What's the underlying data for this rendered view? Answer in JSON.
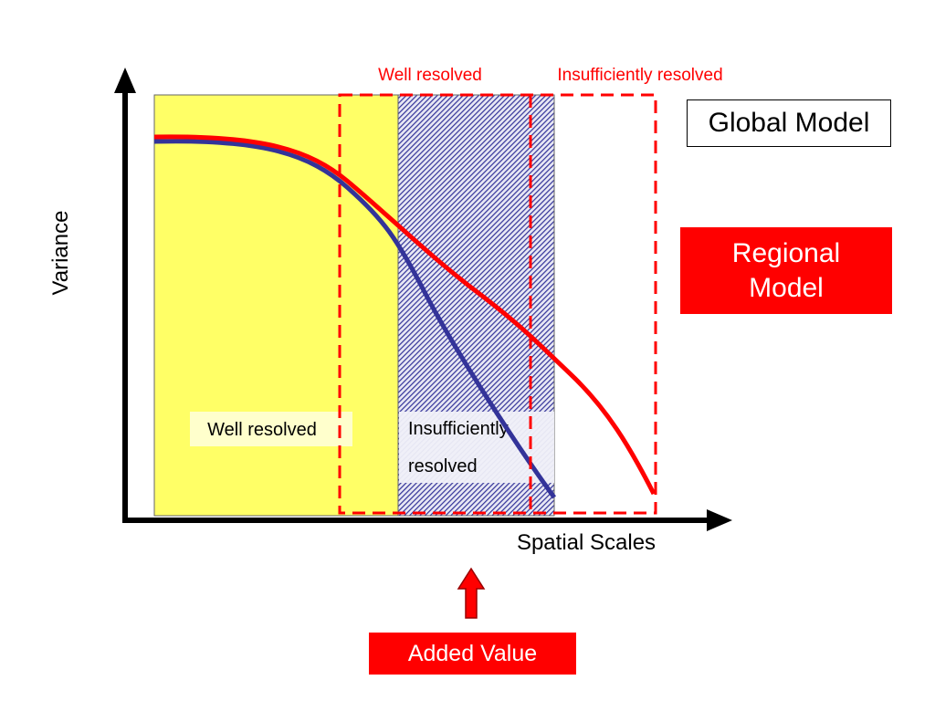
{
  "colors": {
    "global_curve": "#333399",
    "regional_curve": "#ff0000",
    "well_resolved_band": "#ffff66",
    "insufficient_band": "#333399",
    "axis": "#000000",
    "accent_red": "#ff0000"
  },
  "axes": {
    "y_label": "Variance",
    "x_label": "Spatial Scales"
  },
  "regions": {
    "well_resolved_label": "Well resolved",
    "insufficient_line1": "Insufficiently",
    "insufficient_line2": "resolved"
  },
  "regional_bands": {
    "well_resolved": "Well resolved",
    "insufficient": "Insufficiently resolved"
  },
  "legend": {
    "global_model": "Global Model",
    "regional_line1": "Regional",
    "regional_line2": "Model"
  },
  "callout": {
    "added_value": "Added Value"
  }
}
